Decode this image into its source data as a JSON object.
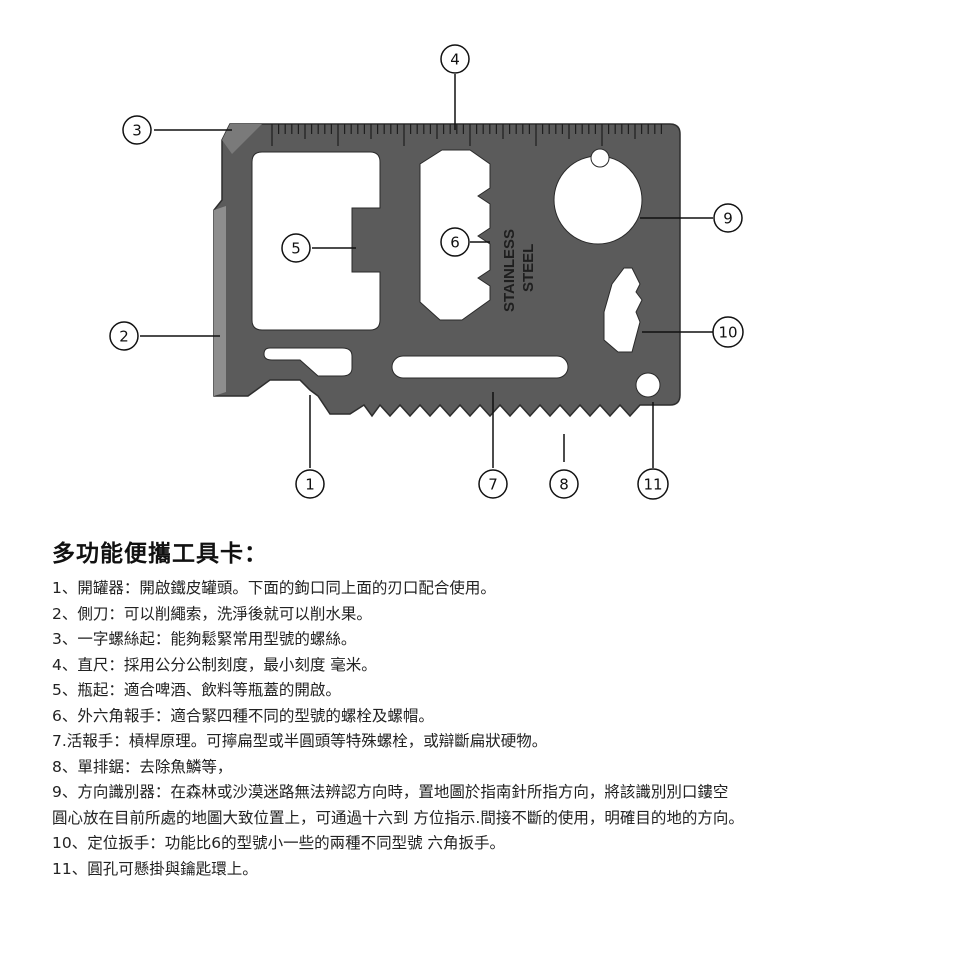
{
  "card": {
    "engraving_line1": "STAINLESS",
    "engraving_line2": "STEEL",
    "colors": {
      "steel": "#5c5c5c",
      "steel_dark": "#3e3e3e",
      "hole": "#ffffff",
      "line": "#111111"
    }
  },
  "callouts": [
    "1",
    "2",
    "3",
    "4",
    "5",
    "6",
    "7",
    "8",
    "9",
    "10",
    "11"
  ],
  "description": {
    "title": "多功能便攜工具卡：",
    "items": [
      "1、開罐器：開啟鐵皮罐頭。下面的鉤口同上面的刃口配合使用。",
      "2、側刀：可以削繩索，洗淨後就可以削水果。",
      "3、一字螺絲起：能夠鬆緊常用型號的螺絲。",
      "4、直尺：採用公分公制刻度，最小刻度 毫米。",
      "5、瓶起：適合啤酒、飲料等瓶蓋的開啟。",
      "6、外六角報手：適合緊四種不同的型號的螺栓及螺帽。",
      "7.活報手：槓桿原理。可擰扁型或半圓頭等特殊螺栓，或辯斷扁狀硬物。",
      "8、單排鋸：去除魚鱗等，",
      "9、方向識別器：在森林或沙漠迷路無法辨認方向時，置地圖於指南針所指方向，將該識別別口鏤空",
      "圓心放在目前所處的地圖大致位置上，可通過十六到 方位指示.間接不斷的使用，明確目的地的方向。",
      "10、定位扳手：功能比6的型號小一些的兩種不同型號 六角扳手。",
      "11、圓孔可懸掛與鑰匙環上。"
    ]
  }
}
